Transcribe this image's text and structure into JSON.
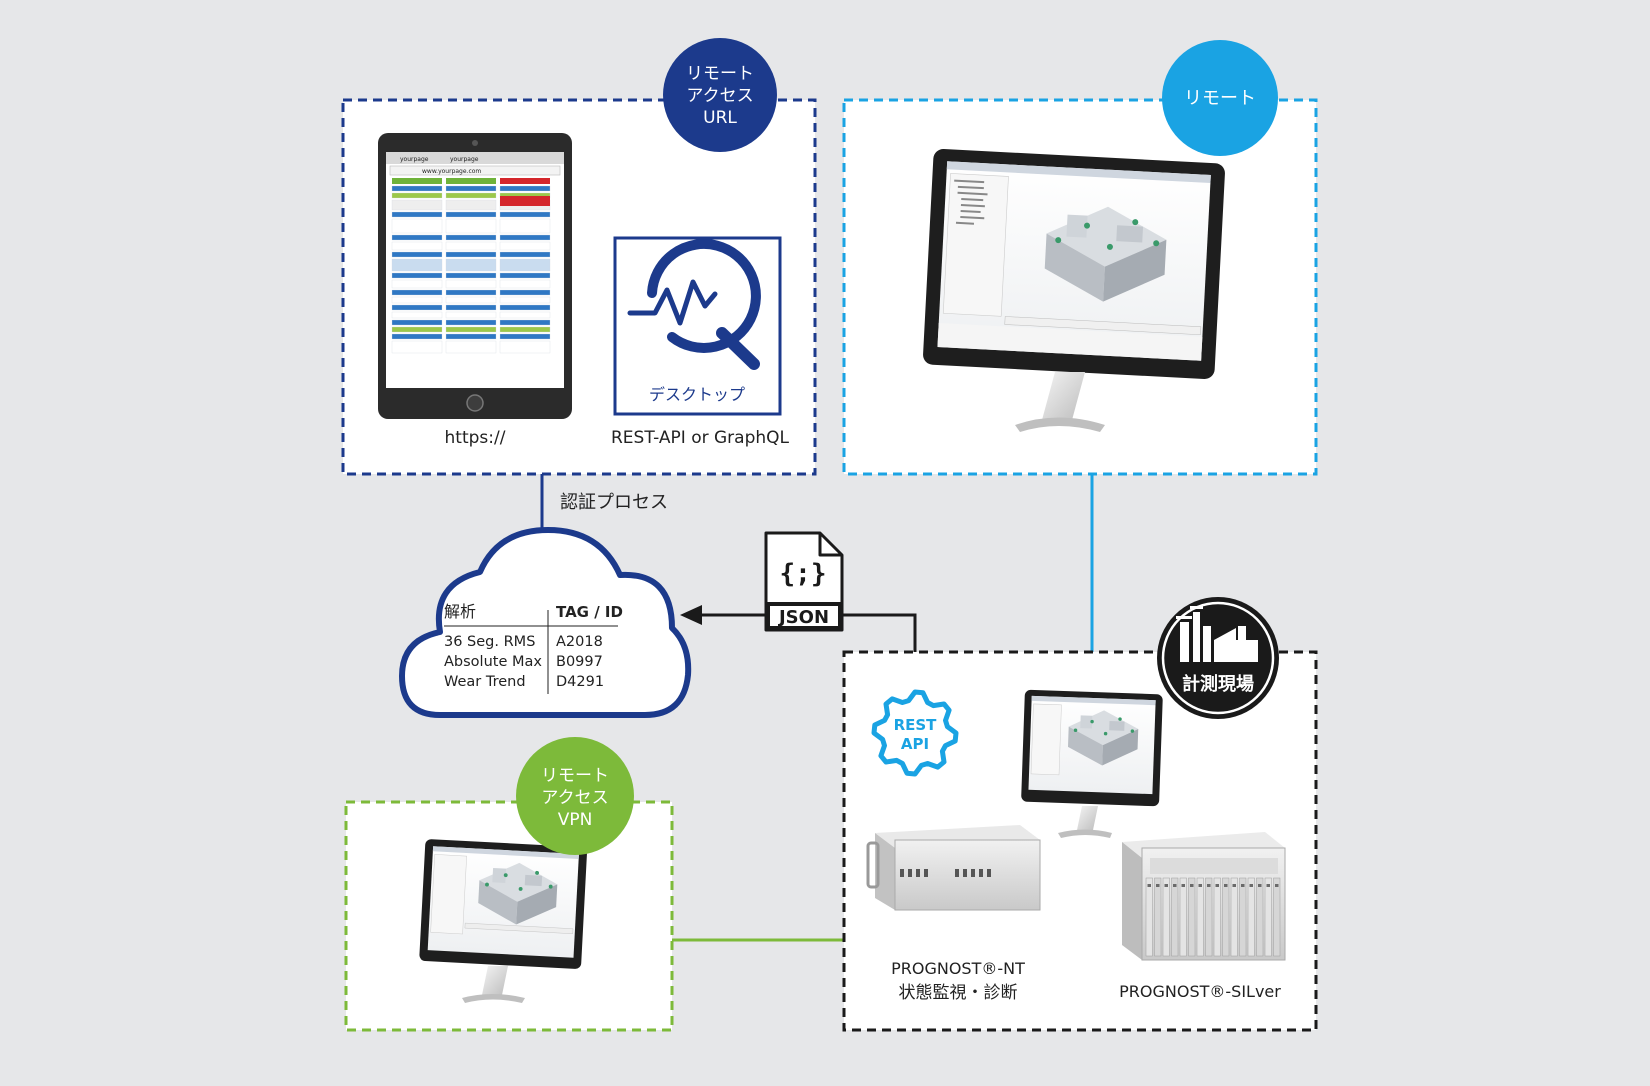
{
  "remote_url_box": {
    "badge": [
      "リモート",
      "アクセス",
      "URL"
    ],
    "tablet_label": "https://",
    "desktop_app_label": "デスクトップ",
    "api_label": "REST-API or GraphQL",
    "tablet_screen": {
      "tab": "yourpage",
      "url": "www.yourpage.com"
    }
  },
  "remote_box": {
    "badge": "リモート"
  },
  "auth_label": "認証プロセス",
  "cloud": {
    "col1_header": "解析",
    "col2_header": "TAG / ID",
    "rows": [
      {
        "name": "36 Seg. RMS",
        "tag": "A2018"
      },
      {
        "name": "Absolute Max",
        "tag": "B0997"
      },
      {
        "name": "Wear Trend",
        "tag": "D4291"
      }
    ]
  },
  "json_file": {
    "symbol": "{;}",
    "label": "JSON"
  },
  "rest_api_gear": [
    "REST",
    "API"
  ],
  "vpn_box": {
    "badge": [
      "リモート",
      "アクセス",
      "VPN"
    ]
  },
  "field_box": {
    "badge": "計測現場",
    "nt_label_line1": "PROGNOST®-NT",
    "nt_label_line2": "状態監視・診断",
    "silver_label": "PROGNOST®-SILver"
  },
  "colors": {
    "navy": "#1c3a8c",
    "cyan": "#1aa3e3",
    "green": "#7dba3a",
    "black": "#1a1a1a"
  }
}
